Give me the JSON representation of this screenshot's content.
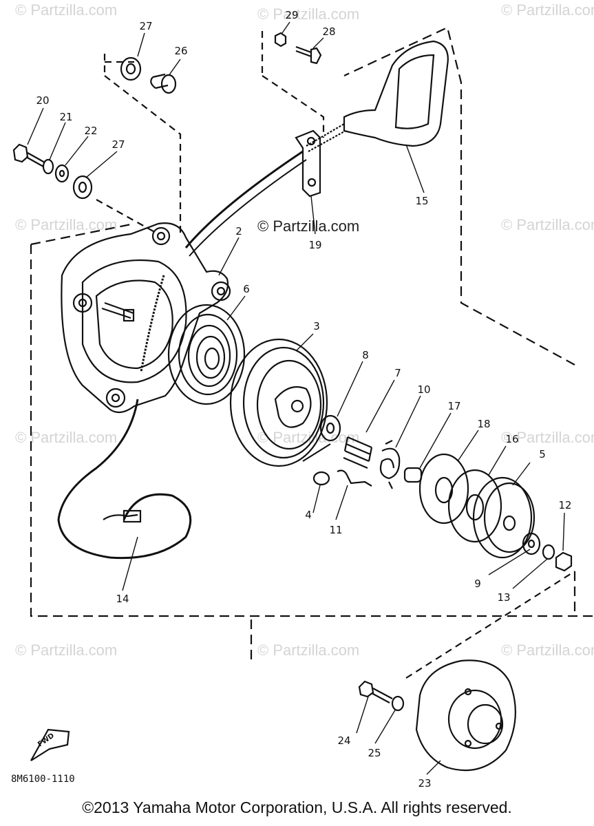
{
  "watermarks": {
    "text": "© Partzilla.com",
    "center_text": "© Partzilla.com"
  },
  "callouts": [
    "27",
    "26",
    "29",
    "28",
    "20",
    "21",
    "22",
    "27",
    "15",
    "19",
    "2",
    "6",
    "3",
    "8",
    "7",
    "10",
    "17",
    "18",
    "16",
    "5",
    "12",
    "4",
    "11",
    "9",
    "13",
    "14",
    "24",
    "25",
    "23"
  ],
  "diagram_code": "8M6100-1110",
  "direction_arrow_label": "FWD",
  "copyright": "©2013 Yamaha Motor Corporation, U.S.A. All rights reserved."
}
